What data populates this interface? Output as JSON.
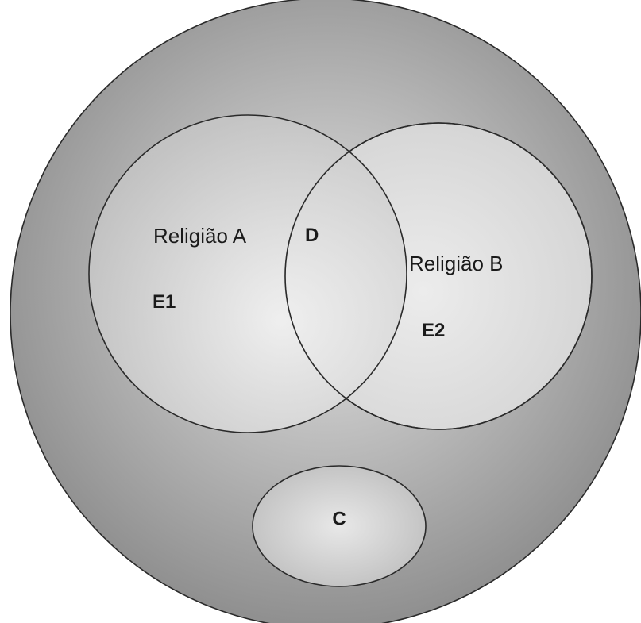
{
  "diagram": {
    "sets": {
      "religion_a": {
        "label": "Religião A",
        "code": "E1"
      },
      "religion_b": {
        "label": "Religião B",
        "code": "E2"
      },
      "intersection": {
        "code": "D"
      },
      "separate": {
        "code": "C"
      }
    },
    "colors": {
      "outer_center": "#e4e4e4",
      "outer_edge": "#8f8f8f",
      "inner_center": "#f4f4f4",
      "inner_edge": "#c7c7c7",
      "stroke": "#2a2a2a"
    }
  }
}
